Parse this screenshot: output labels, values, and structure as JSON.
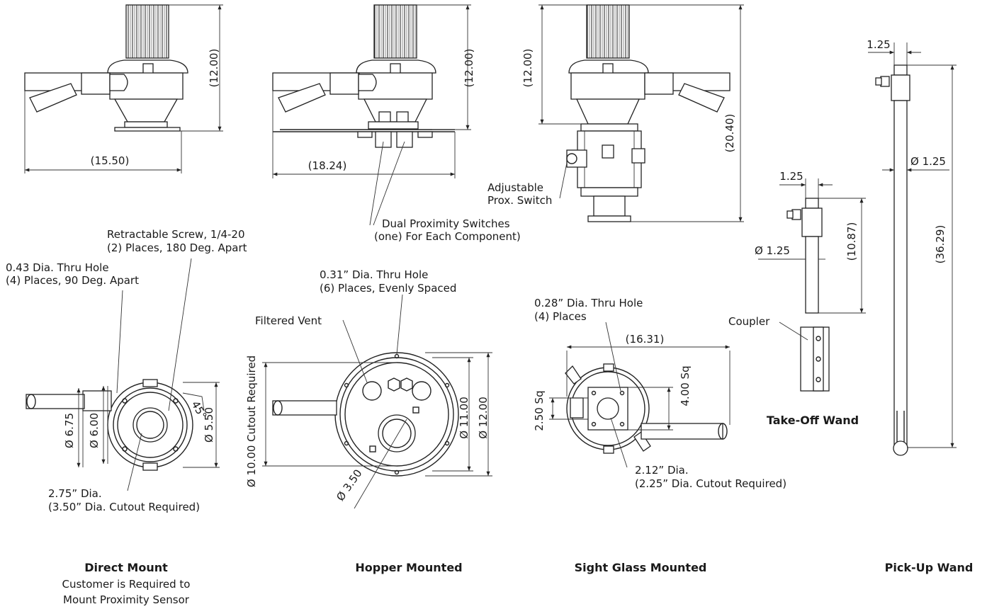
{
  "dims": {
    "dm_height": "(12.00)",
    "dm_width": "(15.50)",
    "hm_height": "(12.00)",
    "hm_width": "(18.24)",
    "sg_height": "(12.00)",
    "sg_total": "(20.40)",
    "pu_top": "1.25",
    "pu_dia": "Ø 1.25",
    "pu_len": "(36.29)",
    "to_top": "1.25",
    "to_dia": "Ø 1.25",
    "to_len": "(10.87)",
    "dm_d675": "Ø 6.75",
    "dm_d600": "Ø 6.00",
    "dm_d550": "Ø 5.50",
    "dm_angle": "45°",
    "hm_d1000": "Ø 10.00 Cutout Required",
    "hm_d1100": "Ø 11.00",
    "hm_d1200": "Ø 12.00",
    "hm_d350": "Ø 3.50",
    "sg_width": "(16.31)",
    "sg_sq400": "4.00 Sq",
    "sg_sq250": "2.50 Sq"
  },
  "notes": {
    "adjustable_1": "Adjustable",
    "adjustable_2": "Prox. Switch",
    "dual_1": "Dual Proximity Switches",
    "dual_2": "(one) For Each Component)",
    "retract_1": "Retractable Screw, 1/4-20",
    "retract_2": "(2) Places, 180 Deg. Apart",
    "hole43_1": "0.43 Dia. Thru Hole",
    "hole43_2": "(4) Places, 90 Deg. Apart",
    "hole31_1": "0.31” Dia. Thru Hole",
    "hole31_2": "(6) Places, Evenly Spaced",
    "vent": "Filtered Vent",
    "hole28_1": "0.28” Dia. Thru Hole",
    "hole28_2": "(4) Places",
    "coupler": "Coupler",
    "dm_cut_1": "2.75” Dia.",
    "dm_cut_2": "(3.50” Dia. Cutout Required)",
    "sg_cut_1": "2.12” Dia.",
    "sg_cut_2": "(2.25” Dia. Cutout Required)"
  },
  "captions": {
    "direct_mount": "Direct Mount",
    "direct_sub_1": "Customer is Required to",
    "direct_sub_2": "Mount Proximity Sensor",
    "hopper": "Hopper Mounted",
    "sight_glass": "Sight Glass Mounted",
    "pickup": "Pick-Up Wand",
    "takeoff": "Take-Off Wand"
  }
}
